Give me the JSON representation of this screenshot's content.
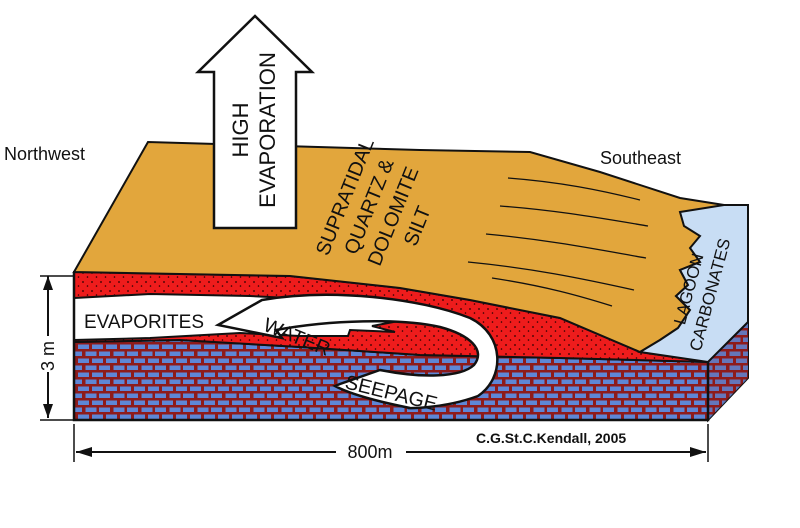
{
  "diagram": {
    "direction_left": "Northwest",
    "direction_right": "Southeast",
    "arrow_up_line1": "HIGH",
    "arrow_up_line2": "EVAPORATION",
    "silt_line1": "SUPRATIDAL",
    "silt_line2": "QUARTZ  &",
    "silt_line3": "DOLOMITE",
    "silt_line4": "SILT",
    "lagoon_line1": "LAGOON",
    "lagoon_line2": "CARBONATES",
    "evaporites": "EVAPORITES",
    "seepage_word1": "WATER",
    "seepage_word2": "SEEPAGE",
    "height_scale": "3 m",
    "width_scale": "800m",
    "credit": "C.G.St.C.Kendall, 2005"
  },
  "colors": {
    "silt": "#E2A63C",
    "evaporite_red": "#EE1C1C",
    "brick": "#8E1B1B",
    "water_blue": "#5E86D6",
    "lagoon_blue": "#C8DDF4",
    "outline": "#111111"
  }
}
